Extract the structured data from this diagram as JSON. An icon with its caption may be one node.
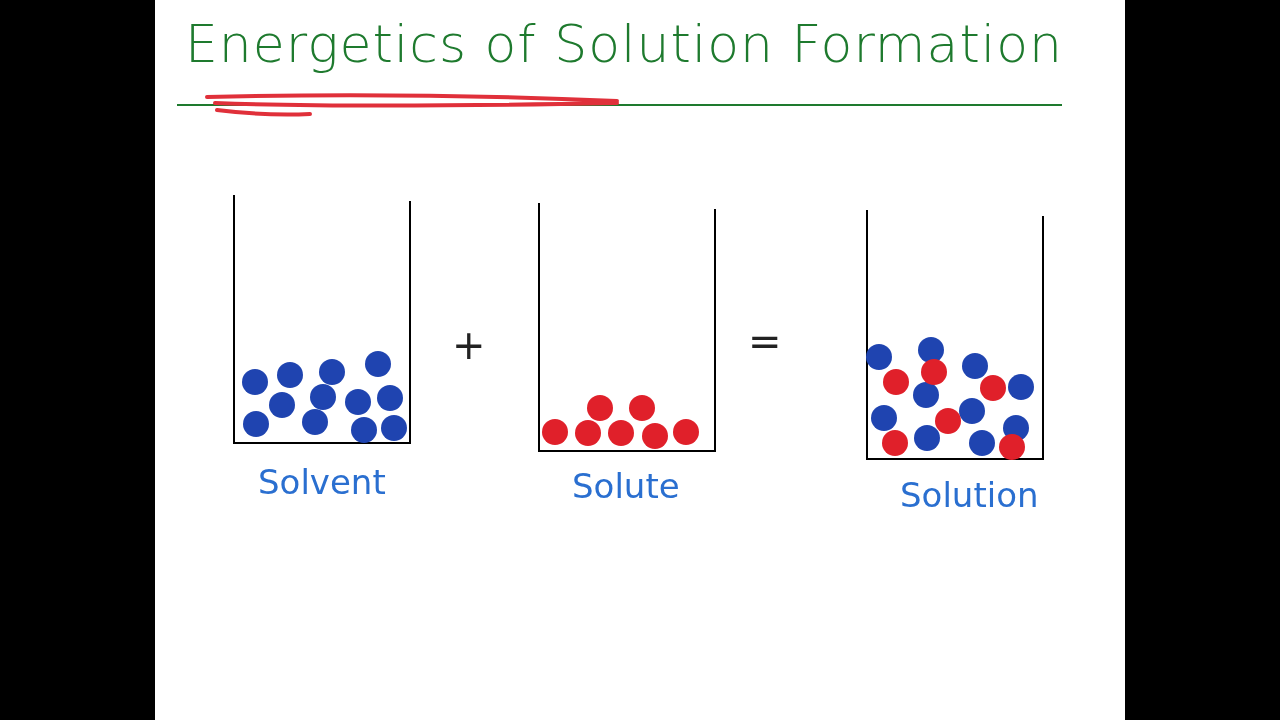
{
  "diagram": {
    "title": "Energetics of Solution Formation",
    "nodes": [
      {
        "text": [
          "Solvent"
        ]
      },
      {
        "text": [
          "Solute"
        ]
      },
      {
        "text": [
          "Solution"
        ]
      }
    ],
    "labels": [
      "+",
      "="
    ]
  }
}
